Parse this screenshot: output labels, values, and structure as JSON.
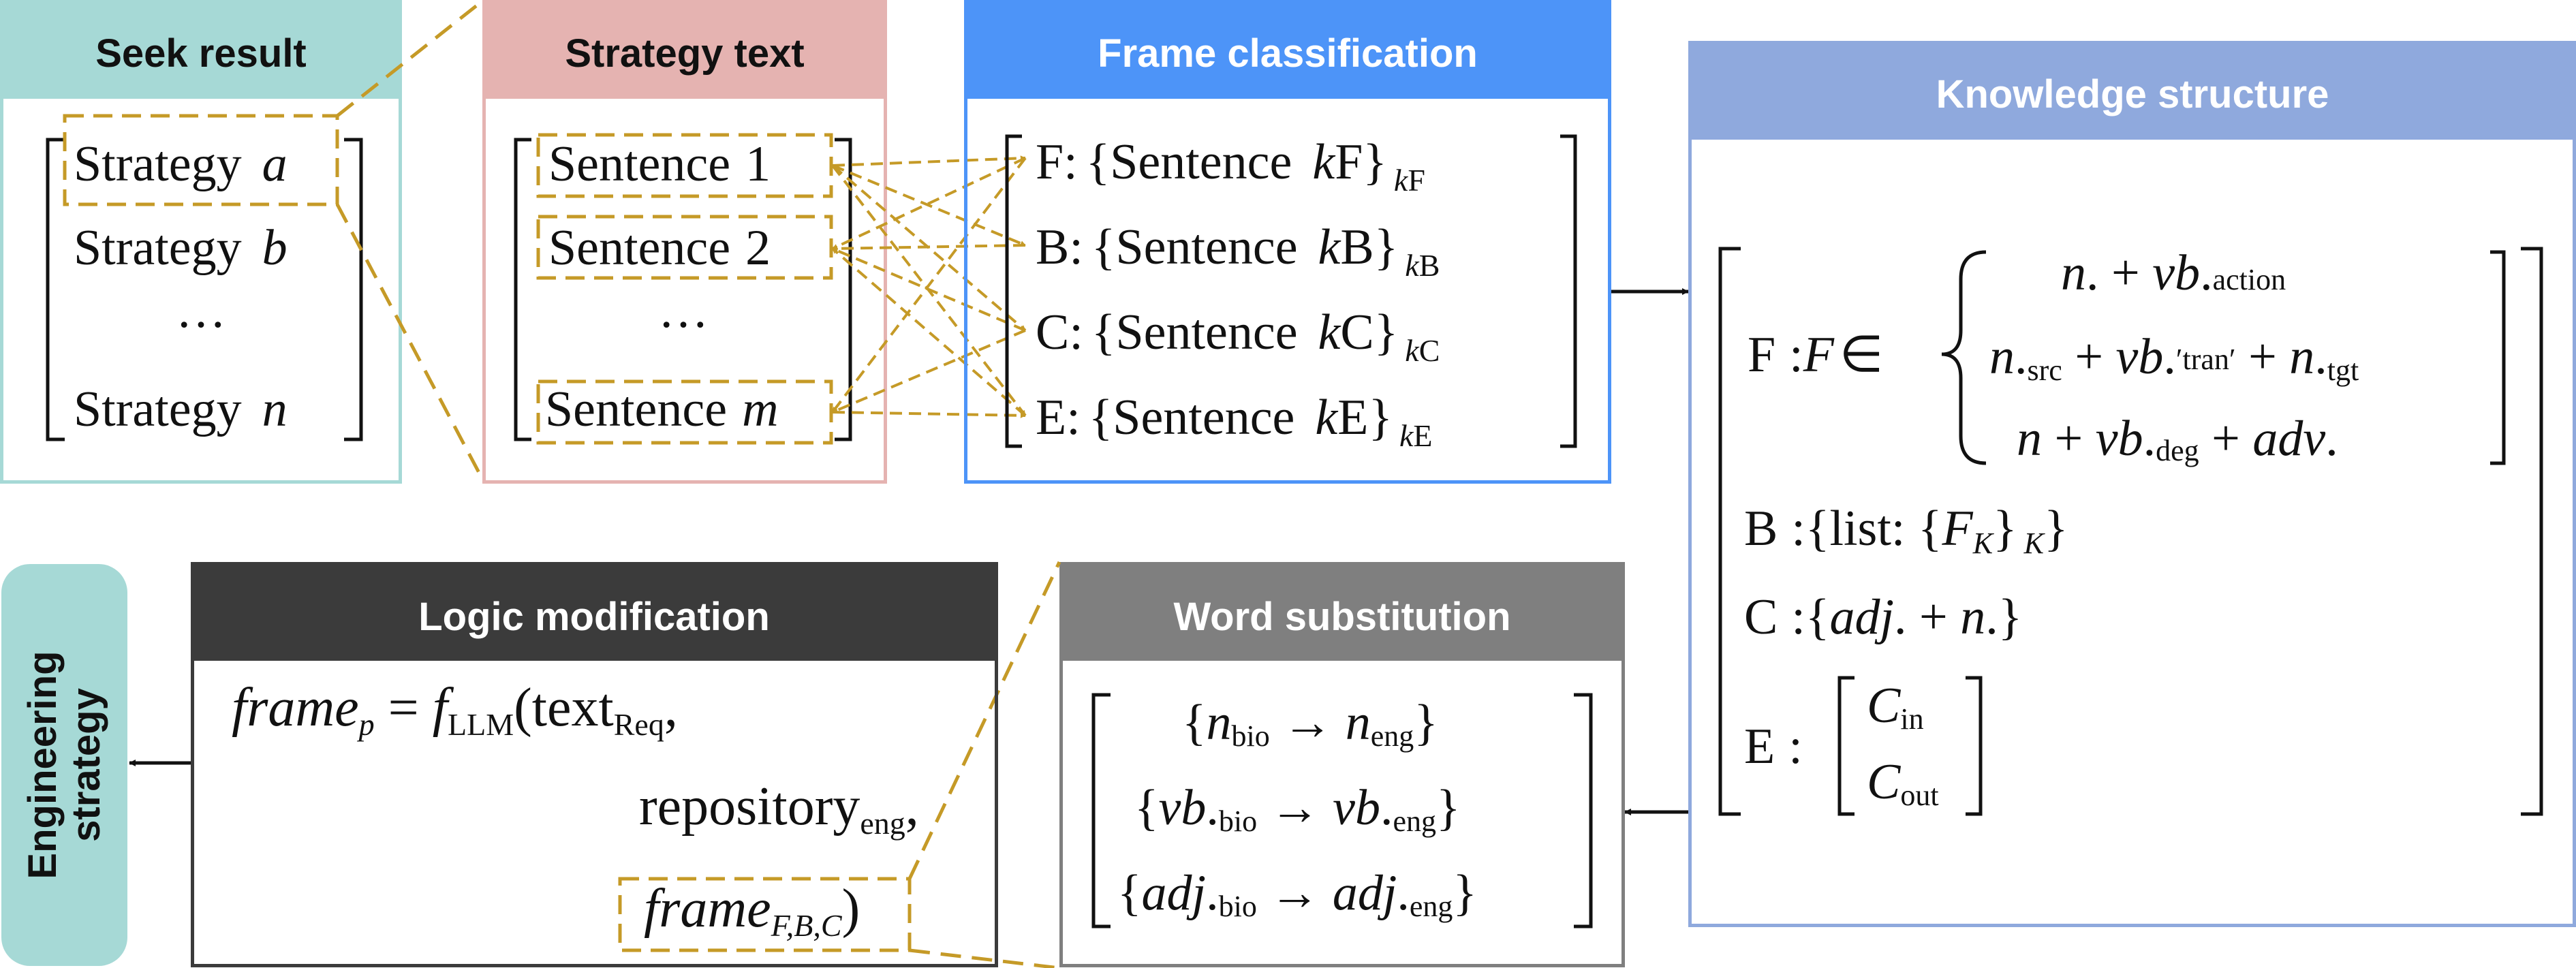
{
  "colors": {
    "seek_header": "#a6d9d6",
    "seek_border": "#a6d9d6",
    "strategy_header": "#e5b3b1",
    "strategy_border": "#e5b3b1",
    "frame_header": "#4d94f8",
    "frame_border": "#4d94f8",
    "knowledge_header": "#8fa9dd",
    "knowledge_border": "#8fa9dd",
    "logic_header": "#3b3b3b",
    "word_header": "#7f7f7f",
    "engineering_fill": "#a6d9d6",
    "dashed_accent": "#c59a27"
  },
  "seek": {
    "title": "Seek result",
    "items": [
      {
        "word": "Strategy",
        "var": "a"
      },
      {
        "word": "Strategy",
        "var": "b"
      },
      {
        "ellipsis": "…"
      },
      {
        "word": "Strategy",
        "var": "n"
      }
    ]
  },
  "strategy_text": {
    "title": "Strategy text",
    "items": [
      {
        "word": "Sentence",
        "var": "1"
      },
      {
        "word": "Sentence",
        "var": "2"
      },
      {
        "ellipsis": "…"
      },
      {
        "word": "Sentence",
        "var": "m"
      }
    ]
  },
  "frame_cls": {
    "title": "Frame classification",
    "rows": [
      {
        "label": "F",
        "letter": "F",
        "sub": "F"
      },
      {
        "label": "B",
        "letter": "B",
        "sub": "B"
      },
      {
        "label": "C",
        "letter": "C",
        "sub": "C"
      },
      {
        "label": "E",
        "letter": "E",
        "sub": "E"
      }
    ],
    "word": "Sentence",
    "k": "k"
  },
  "knowledge": {
    "title": "Knowledge structure",
    "F_label": "F",
    "F_var": "F",
    "F_rows": [
      {
        "a": "n",
        "b": "vb",
        "sub_b": "action"
      },
      {
        "a": "n",
        "sub_a": "src",
        "b": "vb",
        "sub_b": "′tran′",
        "c": "n",
        "sub_c": "tgt"
      },
      {
        "a": "n",
        "b": "vb",
        "sub_b": "deg",
        "c": "adv"
      }
    ],
    "B_label": "B",
    "B_list": "list",
    "B_F": "F",
    "B_K": "K",
    "C_label": "C",
    "C_adj": "adj",
    "C_n": "n",
    "E_label": "E",
    "E_C": "C",
    "E_in": "in",
    "E_out": "out"
  },
  "word_sub": {
    "title": "Word substitution",
    "rows": [
      {
        "v": "n",
        "from": "bio",
        "to": "eng",
        "dot": false
      },
      {
        "v": "vb",
        "from": "bio",
        "to": "eng",
        "dot": true
      },
      {
        "v": "adj",
        "from": "bio",
        "to": "eng",
        "dot": true
      }
    ]
  },
  "logic": {
    "title": "Logic modification",
    "frame": "frame",
    "p": "p",
    "f": "f",
    "LLM": "LLM",
    "text": "text",
    "Req": "Req",
    "repository": "repository",
    "eng": "eng",
    "FBC": "F,B,C"
  },
  "engineering": {
    "line1": "Engineering",
    "line2": "strategy"
  }
}
